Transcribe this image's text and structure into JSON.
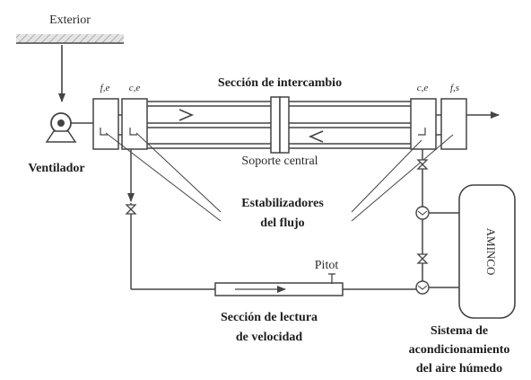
{
  "labels": {
    "exterior": "Exterior",
    "fe": "f,e",
    "ce": "c,e",
    "cs": "c,e",
    "fs": "f,s",
    "seccion_intercambio": "Sección de intercambio",
    "soporte_central": "Soporte central",
    "ventilador": "Ventilador",
    "estabilizadores_1": "Estabilizadores",
    "estabilizadores_2": "del flujo",
    "pitot": "Pitot",
    "lectura_1": "Sección de lectura",
    "lectura_2": "de velocidad",
    "sistema_1": "Sistema de",
    "sistema_2": "acondicionamiento",
    "sistema_3": "del aire húmedo",
    "aminco": "AMINCO"
  },
  "colors": {
    "line": "#444444",
    "text": "#2b2b2b",
    "background": "#ffffff"
  }
}
